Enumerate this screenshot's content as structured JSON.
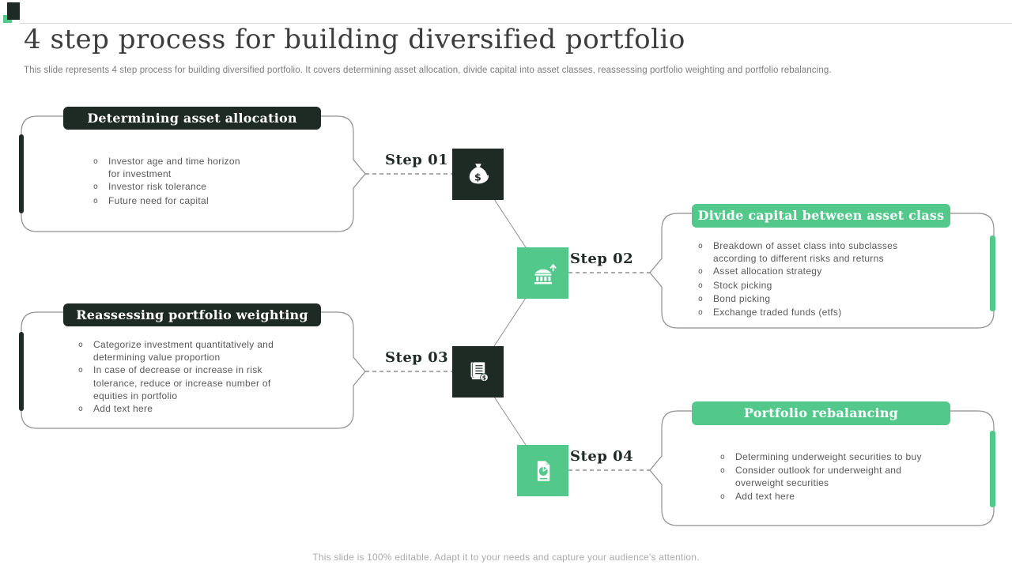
{
  "slide": {
    "title": "4 step process for building diversified portfolio",
    "subtitle": "This slide represents 4 step process for building diversified portfolio. It covers determining asset allocation, divide capital into asset classes, reassessing portfolio weighting and portfolio rebalancing.",
    "footer": "This slide is 100% editable. Adapt it to your needs and capture your audience's attention."
  },
  "colors": {
    "dark_accent": "#1e2a24",
    "green_accent": "#52c98b",
    "body_text": "#595959",
    "muted_text": "#7d7d7d",
    "footer_text": "#ababab",
    "box_border": "#8f8f8f"
  },
  "steps": [
    {
      "label": "Step 01",
      "icon": "money-bag-icon",
      "theme": "dark",
      "header": "Determining asset allocation",
      "bullets": [
        "Investor age and time horizon for investment",
        "Investor risk tolerance",
        "Future need for capital"
      ]
    },
    {
      "label": "Step 02",
      "icon": "bank-growth-icon",
      "theme": "green",
      "header": "Divide capital between asset class",
      "bullets": [
        "Breakdown of asset class into subclasses according to different risks and returns",
        "Asset allocation strategy",
        "Stock picking",
        "Bond picking",
        "Exchange traded funds (etfs)"
      ]
    },
    {
      "label": "Step 03",
      "icon": "financial-report-icon",
      "theme": "dark",
      "header": "Reassessing portfolio weighting",
      "bullets": [
        "Categorize investment quantitatively and determining value proportion",
        "In case of decrease or increase in risk tolerance, reduce or increase number of equities in portfolio",
        "Add text here"
      ]
    },
    {
      "label": "Step 04",
      "icon": "pie-chart-document-icon",
      "theme": "green",
      "header": "Portfolio rebalancing",
      "bullets": [
        "Determining underweight securities to buy",
        "Consider outlook for underweight and overweight securities",
        "Add text here"
      ]
    }
  ]
}
